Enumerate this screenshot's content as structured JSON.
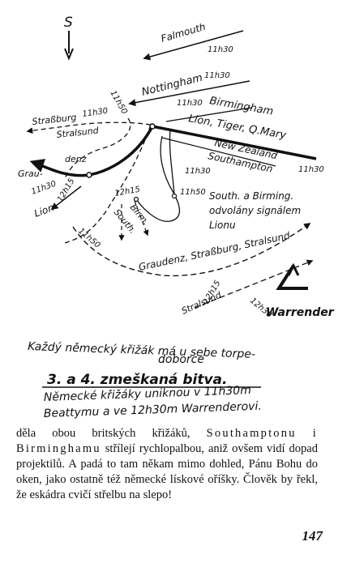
{
  "map": {
    "compass": "S",
    "labels": {
      "falmouth": "Falmouth",
      "time_falmouth": "11h30",
      "nottingham": "Nottingham",
      "time_nottingham_left": "11h50",
      "time_nottingham_right": "11h30",
      "strassburg_top": "Straßburg",
      "time_strassburg": "11h30",
      "stralsund_top": "Stralsund",
      "time_birmingham_top": "11h30",
      "birmingham": "Birmingham",
      "lion_tiger_qmary": "Lion, Tiger, Q.Mary",
      "new_zealand": "New Zealand",
      "southampton": "Southampton",
      "time_right_end": "11h30",
      "time_center": "11h30",
      "graudenz_left": "Grau-",
      "graudenz_right": "denz",
      "time_lion_left": "11h30",
      "lion_left": "Lion",
      "time_lion_12": "12h15",
      "time_birm_1215": "12h15",
      "birm": "Birm.",
      "south": "South.",
      "time_1150_center": "11h50",
      "south_a_birming": "South. a Birming.",
      "odvolany": "odvolány signálem",
      "lionu": "Lionu",
      "time_1150_left": "11h50",
      "graudenz_line": "Graudenz, Straßburg, Stralsund",
      "stralsund_bottom": "Stralsund",
      "time_stralsund_bottom": "12h15",
      "time_warrender": "12h30",
      "warrender": "Warrender"
    }
  },
  "caption1": "Každý německý křižák má u sebe torpe-",
  "caption1b": "doborce",
  "caption2_title": "3. a 4. zmeškaná bitva.",
  "caption3": "Německé křižáky uniknou v 11h30m",
  "caption4": "Beattymu a ve 12h30m Warrenderovi.",
  "body": {
    "line1_prefix": "děla obou britských křižáků, ",
    "line1_spaced": "Southamptonu",
    "line2_spaced": "i Birminghamu",
    "line2_rest": " střílejí rychlopalbou, aniž ovšem vidí dopad projektilů. A padá to tam někam mimo dohled, Pánu Bohu do oken, jako ostatně též německé lískové oříšky. Člověk by řekl, že eskádra cvičí střelbu na slepo!"
  },
  "page_number": "147"
}
